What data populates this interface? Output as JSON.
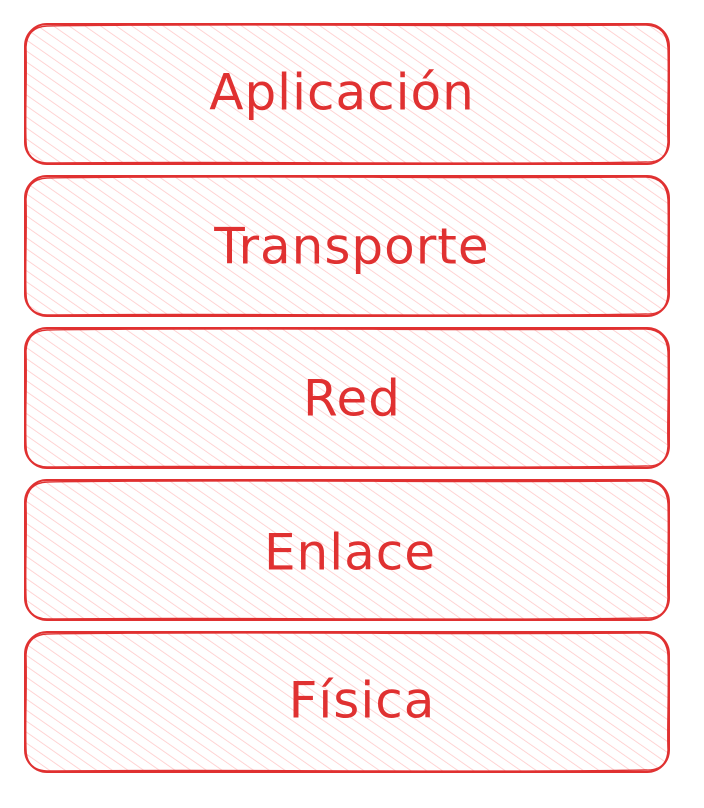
{
  "diagram": {
    "accent_color": "#e03131",
    "hatch_color": "#ffc9c9",
    "layers": [
      {
        "label": "Aplicación"
      },
      {
        "label": "Transporte"
      },
      {
        "label": "Red"
      },
      {
        "label": "Enlace"
      },
      {
        "label": "Física"
      }
    ]
  }
}
